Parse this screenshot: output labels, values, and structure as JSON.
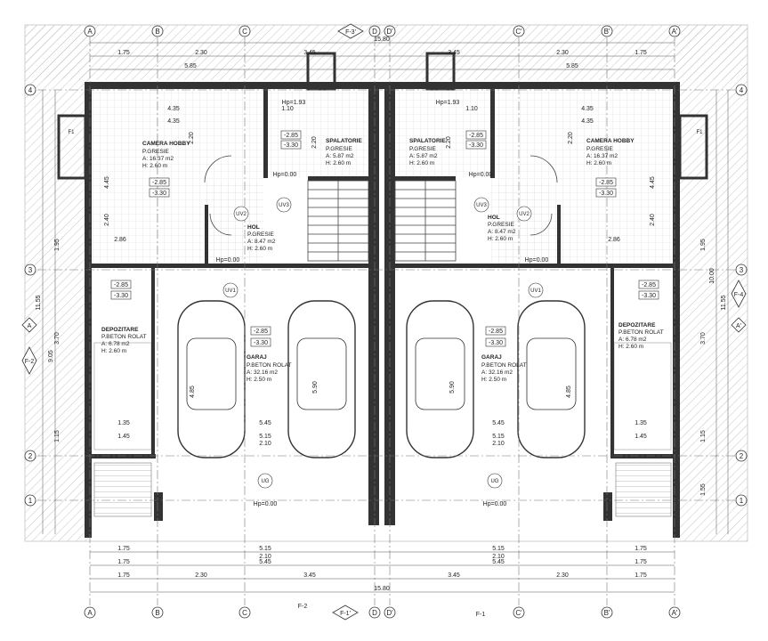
{
  "grid": {
    "letters": [
      "A",
      "B",
      "C",
      "D",
      "D'",
      "C'",
      "B'",
      "A'"
    ],
    "numbers": [
      "1",
      "2",
      "3",
      "4"
    ]
  },
  "sections": {
    "top": "F-3'",
    "bottom_left": "F-1'",
    "bottom_mid": "F-2",
    "bottom_mid2": "F-1",
    "left": "F-2",
    "right": "F-4",
    "left_a": "A",
    "right_a": "A'"
  },
  "dims": {
    "overall": "15.80",
    "half_left": "5.85",
    "half_right": "5.85",
    "col_175": "1.75",
    "col_230": "2.30",
    "col_345": "3.45",
    "col_435": "4.35",
    "col_110": "1.10",
    "col_545": "5.45",
    "col_515": "5.15",
    "col_210": "2.10",
    "col_145": "1.45",
    "col_135": "1.35",
    "v_1155": "11.55",
    "v_1000": "10.00",
    "v_905": "9.05",
    "v_370": "3.70",
    "v_445": "4.45",
    "v_240": "2.40",
    "v_155": "1.55",
    "v_115": "1.15",
    "v_195": "1.95",
    "v_590": "5.90",
    "v_485": "4.85",
    "v_220": "2.20",
    "v_286": "2.86"
  },
  "levels": {
    "l285": "-2.85",
    "l330": "-3.30",
    "hp000": "Hp=0.00",
    "hp193": "Hp=1.93"
  },
  "rooms": {
    "hobby_l": {
      "name": "CAMERA HOBBY",
      "floor": "P.GRESIE",
      "area": "A: 16.37 m2",
      "h": "H: 2.60 m"
    },
    "hobby_r": {
      "name": "CAMERA HOBBY",
      "floor": "P.GRESIE",
      "area": "A: 16.37 m2",
      "h": "H: 2.60 m"
    },
    "spal_l": {
      "name": "SPALATORIE",
      "floor": "P.GRESIE",
      "area": "A: 5.87 m2",
      "h": "H: 2.60 m"
    },
    "spal_r": {
      "name": "SPALATORIE",
      "floor": "P.GRESIE",
      "area": "A: 5.87 m2",
      "h": "H: 2.60 m"
    },
    "hol_l": {
      "name": "HOL",
      "floor": "P.GRESIE",
      "area": "A: 8.47 m2",
      "h": "H: 2.60 m"
    },
    "hol_r": {
      "name": "HOL",
      "floor": "P.GRESIE",
      "area": "A: 8.47 m2",
      "h": "H: 2.60 m"
    },
    "dep_l": {
      "name": "DEPOZITARE",
      "floor": "P.BETON ROLAT",
      "area": "A: 6.78 m2",
      "h": "H: 2.60 m"
    },
    "dep_r": {
      "name": "DEPOZITARE",
      "floor": "P.BETON ROLAT",
      "area": "A: 6.78 m2",
      "h": "H: 2.60 m"
    },
    "gar_l": {
      "name": "GARAJ",
      "floor": "P.BETON ROLAT",
      "area": "A: 32.16 m2",
      "h": "H: 2.50 m"
    },
    "gar_r": {
      "name": "GARAJ",
      "floor": "P.BETON ROLAT",
      "area": "A: 32.16 m2",
      "h": "H: 2.50 m"
    }
  },
  "doors": {
    "uv1": "UV1",
    "uv2": "UV2",
    "uv3": "UV3",
    "ug": "UG",
    "f1": "F1"
  }
}
